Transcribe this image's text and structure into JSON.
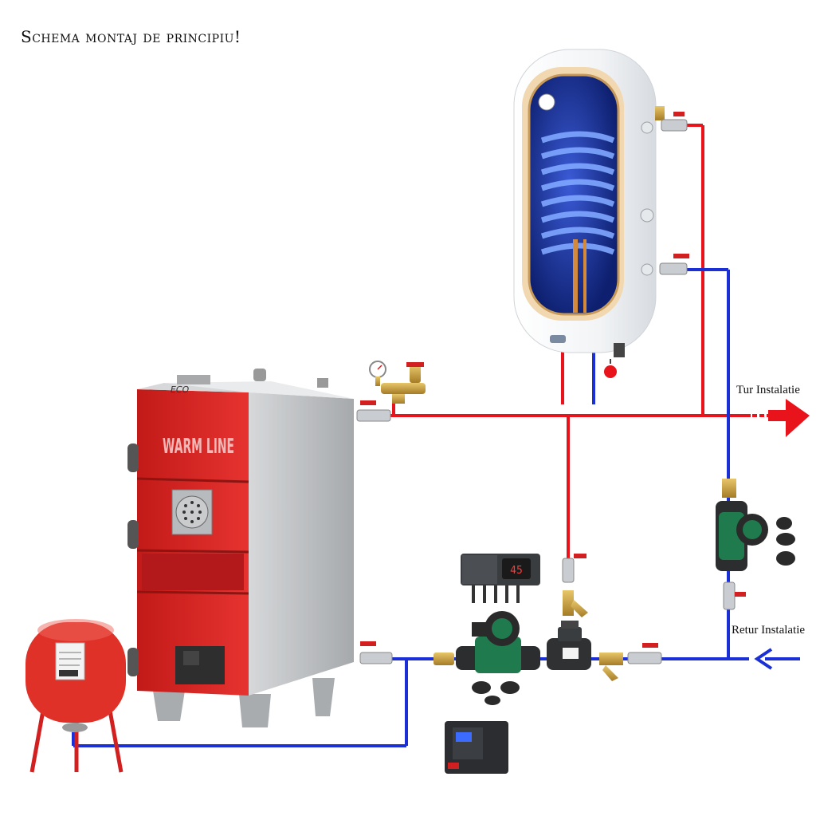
{
  "title": "Schema montaj de principiu!",
  "labels": {
    "tur": "Tur Instalatie",
    "retur": "Retur Instalatie"
  },
  "boiler": {
    "brand": "WARM LINE",
    "model": "ECO"
  },
  "controller": {
    "display": "45"
  },
  "colors": {
    "supply": "#e8131b",
    "return": "#1b2fd6",
    "boiler_red": "#d9221f",
    "boiler_grey": "#b9bbbd",
    "brass": "#c9a24a",
    "pump_green": "#1f7a4d",
    "tank_white": "#f4f6f8"
  },
  "icons": [
    "boiler",
    "hot-water-tank",
    "expansion-vessel",
    "circulation-pump",
    "mixing-valve",
    "ball-valve",
    "y-strainer",
    "safety-group",
    "pump-controller",
    "voltage-stabilizer",
    "arrow-right",
    "arrow-left"
  ]
}
